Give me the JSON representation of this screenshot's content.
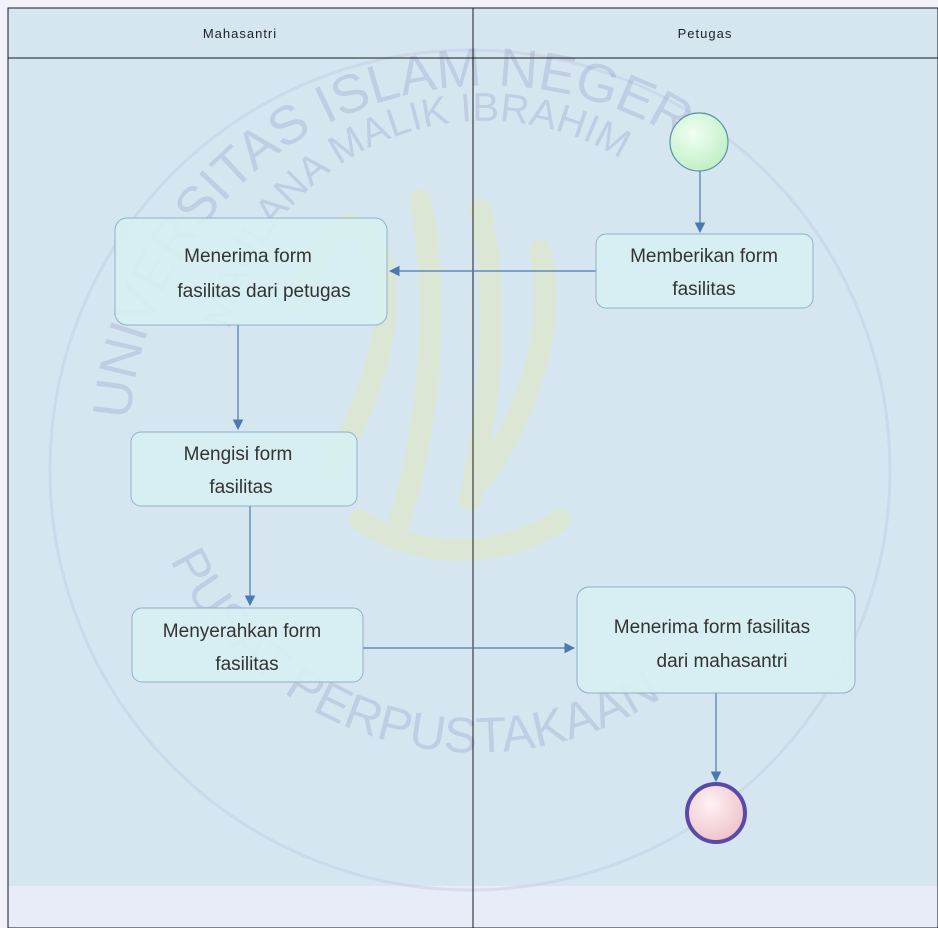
{
  "watermark": {
    "top_arc": "UNIVERSITAS ISLAM NEGERI",
    "mid_arc": "MAULANA MALIK IBRAHIM",
    "bottom_arc": "PUSAT PERPUSTAKAAN"
  },
  "swimlanes": [
    {
      "id": "mahasantri",
      "label": "Mahasantri"
    },
    {
      "id": "petugas",
      "label": "Petugas"
    }
  ],
  "activities": [
    {
      "id": "memberikan",
      "lines": [
        "Memberikan form",
        "fasilitas"
      ]
    },
    {
      "id": "menerima-dari-petugas",
      "lines": [
        "Menerima form",
        "fasilitas dari petugas"
      ]
    },
    {
      "id": "mengisi",
      "lines": [
        "Mengisi form",
        "fasilitas"
      ]
    },
    {
      "id": "menyerahkan",
      "lines": [
        "Menyerahkan form",
        "fasilitas"
      ]
    },
    {
      "id": "menerima-dari-mahasantri",
      "lines": [
        "Menerima form fasilitas",
        "dari mahasantri"
      ]
    }
  ],
  "colors": {
    "lane_fill": "#d5e6f1",
    "lane_border": "#1a1a1a",
    "activity_fill": "#d7f0f2",
    "activity_border": "#8fb0c8",
    "arrow": "#4a7ab0",
    "start_fill": "#c9f2cf",
    "end_fill": "#f2c8d0",
    "end_ring": "#5a4aa8"
  }
}
